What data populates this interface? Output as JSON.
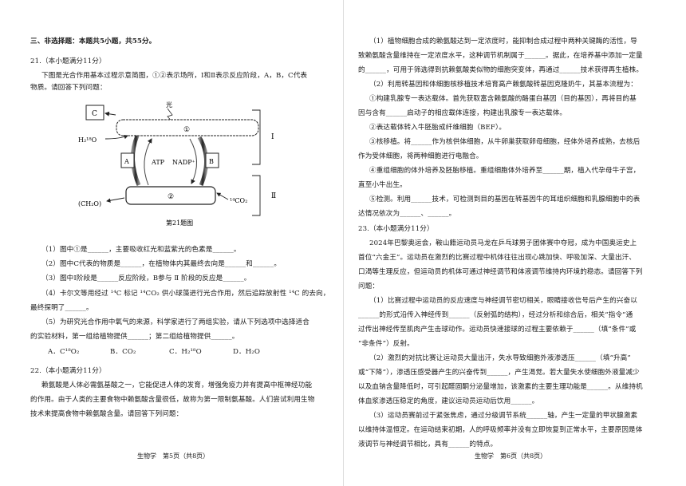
{
  "left": {
    "section_header": "三、非选择题：本题共5小题，共55分。",
    "q21": {
      "title": "21.（本小题满分11分）",
      "intro": [
        "下图是光合作用基本过程示意简图，①②表示场所，Ⅰ和Ⅱ表示反应阶段，A，B，C代表",
        "物质。请回答下列问题："
      ],
      "figure": {
        "label_c": "C",
        "label_light": "光",
        "label_water": "H₂¹⁸O",
        "label_site1": "①",
        "label_a": "A",
        "label_atp": "ATP",
        "label_nadp": "NADP⁺",
        "label_b": "B",
        "label_stage1": "Ⅰ",
        "label_site2": "②",
        "label_co2": "¹⁴CO₂",
        "label_ch2o": "(CH₂O)",
        "label_stage2": "Ⅱ",
        "caption": "第21题图"
      },
      "questions": [
        "（1）图中①是______，主要吸收红光和蓝紫光的色素是______。",
        "（2）图中C代表的物质是______，在植物体内其最终去向是______和______。",
        "（3）图中Ⅰ阶段是______反应阶段，B参与 Ⅱ 阶段的反应是______。",
        "（4）卡尔文等用经过 ¹⁴C 标记 ¹⁴CO₂ 供小球藻进行光合作用，然后追踪放射性 ¹⁴C 的去向，",
        "最终探明了______。",
        "（5）为研究光合作用中氧气的来源，科学家进行了两组实验，请从下列选项中选择适合",
        "的实验材料，第一组给植物提供______；第二组给植物提供______。"
      ],
      "options": [
        "A．C¹⁸O₂",
        "B．CO₂",
        "C．H₂¹⁸O",
        "D．H₂O"
      ]
    },
    "q22": {
      "title": "22.（本小题满分11分）",
      "lines": [
        "赖氨酸是人体必需氨基酸之一，它能促进人体的发育，增强免疫力并有提高中枢神经功能",
        "的作用。由于人类的主要食物中赖氨酸含量很低，故称为第一限制氨基酸。人们尝试利用生物",
        "技术来提高食物中赖氨酸含量。请回答下列问题："
      ]
    },
    "footer": "生物学　第5页（共8页）"
  },
  "right": {
    "q22_cont": [
      "（1）植物细胞合成的赖氨酸达到一定浓度时，能抑制合成过程中两种关键酶的活性，导",
      "致赖氨酸含量维持在一定浓度水平，这种调节机制属于______。据此，在培养基中添加一定量",
      "的______，可用于筛选得到抗赖氨酸类似物的细胞突变体，再通过______技术获得再生植株。",
      "（2）利用转基因和体细胞核移植技术培育高产赖氨酸转基因克隆奶牛，其基本流程为：",
      "①构建乳腺专一表达载体。首先获取富含赖氨酸的酪蛋白基因（目的基因），再将目的基",
      "因与含有______启动子的相应载体连接，构建出乳腺专一表达载体。",
      "②表达载体转入牛胚胎成纤维细胞（BEF）。",
      "③核移植。将______作为核供体细胞，从牛卵巢获取卵母细胞，经体外培养成熟，去核后",
      "作为受体细胞，将两种细胞进行电融合。",
      "④重组细胞的体外培养及胚胎移植。重组细胞体外培养至______期，植入代孕母牛子宫，",
      "直至小牛出生。",
      "⑤检测。利用______技术，可检测到目的基因在转基因牛的耳组织细胞和乳腺细胞中的表",
      "达情况依次为______、______。"
    ],
    "q23": {
      "title": "23.（本小题满分11分）",
      "lines": [
        "2024年巴黎奥运会，鞍山籍运动员马龙在乒乓球男子团体赛中夺冠，成为中国奥运史上",
        "首位“六金王”。运动员在激烈的比赛过程中机体往往出现心跳加快、呼吸加深、大量出汗、",
        "口渴等生理反应，但运动员的机体可通过神经调节和体液调节维持内环境的稳态。请回答下列",
        "问题：",
        "（1）比赛过程中运动员的反应速度与神经调节密切相关，眼睛接收信号后产生的兴奋以",
        "______的形式沿传入神经传到______（反射弧的结构），经过分析和综合后，相关“指令”通",
        "过传出神经传至肌肉产生击球动作。运动员快速接球的过程主要依赖于______（填“条件”或",
        "“非条件”）反射。",
        "（2）激烈的对抗比赛让运动员大量出汗，失水导致细胞外液渗透压______（填“升高”",
        "或“下降”），渗透压感受器产生的兴奋传到______，产生渴觉。若大量失水使细胞外液量减少",
        "以及血钠含量降低时，可引起醛固酮分泌量增加，该激素的主要生理功能是______。从维持机",
        "体血浆渗透压稳定的角度，建议运动员运动后饮用______。",
        "（3）运动员赛前过于紧张焦虑，通过分级调节系统______轴，产生一定量的甲状腺激素",
        "以维持体温恒定。在运动结束初期，人的呼吸频率并没有立即恢复到正常水平，主要原因是体",
        "液调节与神经调节相比，具有______的特点。"
      ]
    },
    "footer": "生物学　第6页（共8页）"
  }
}
